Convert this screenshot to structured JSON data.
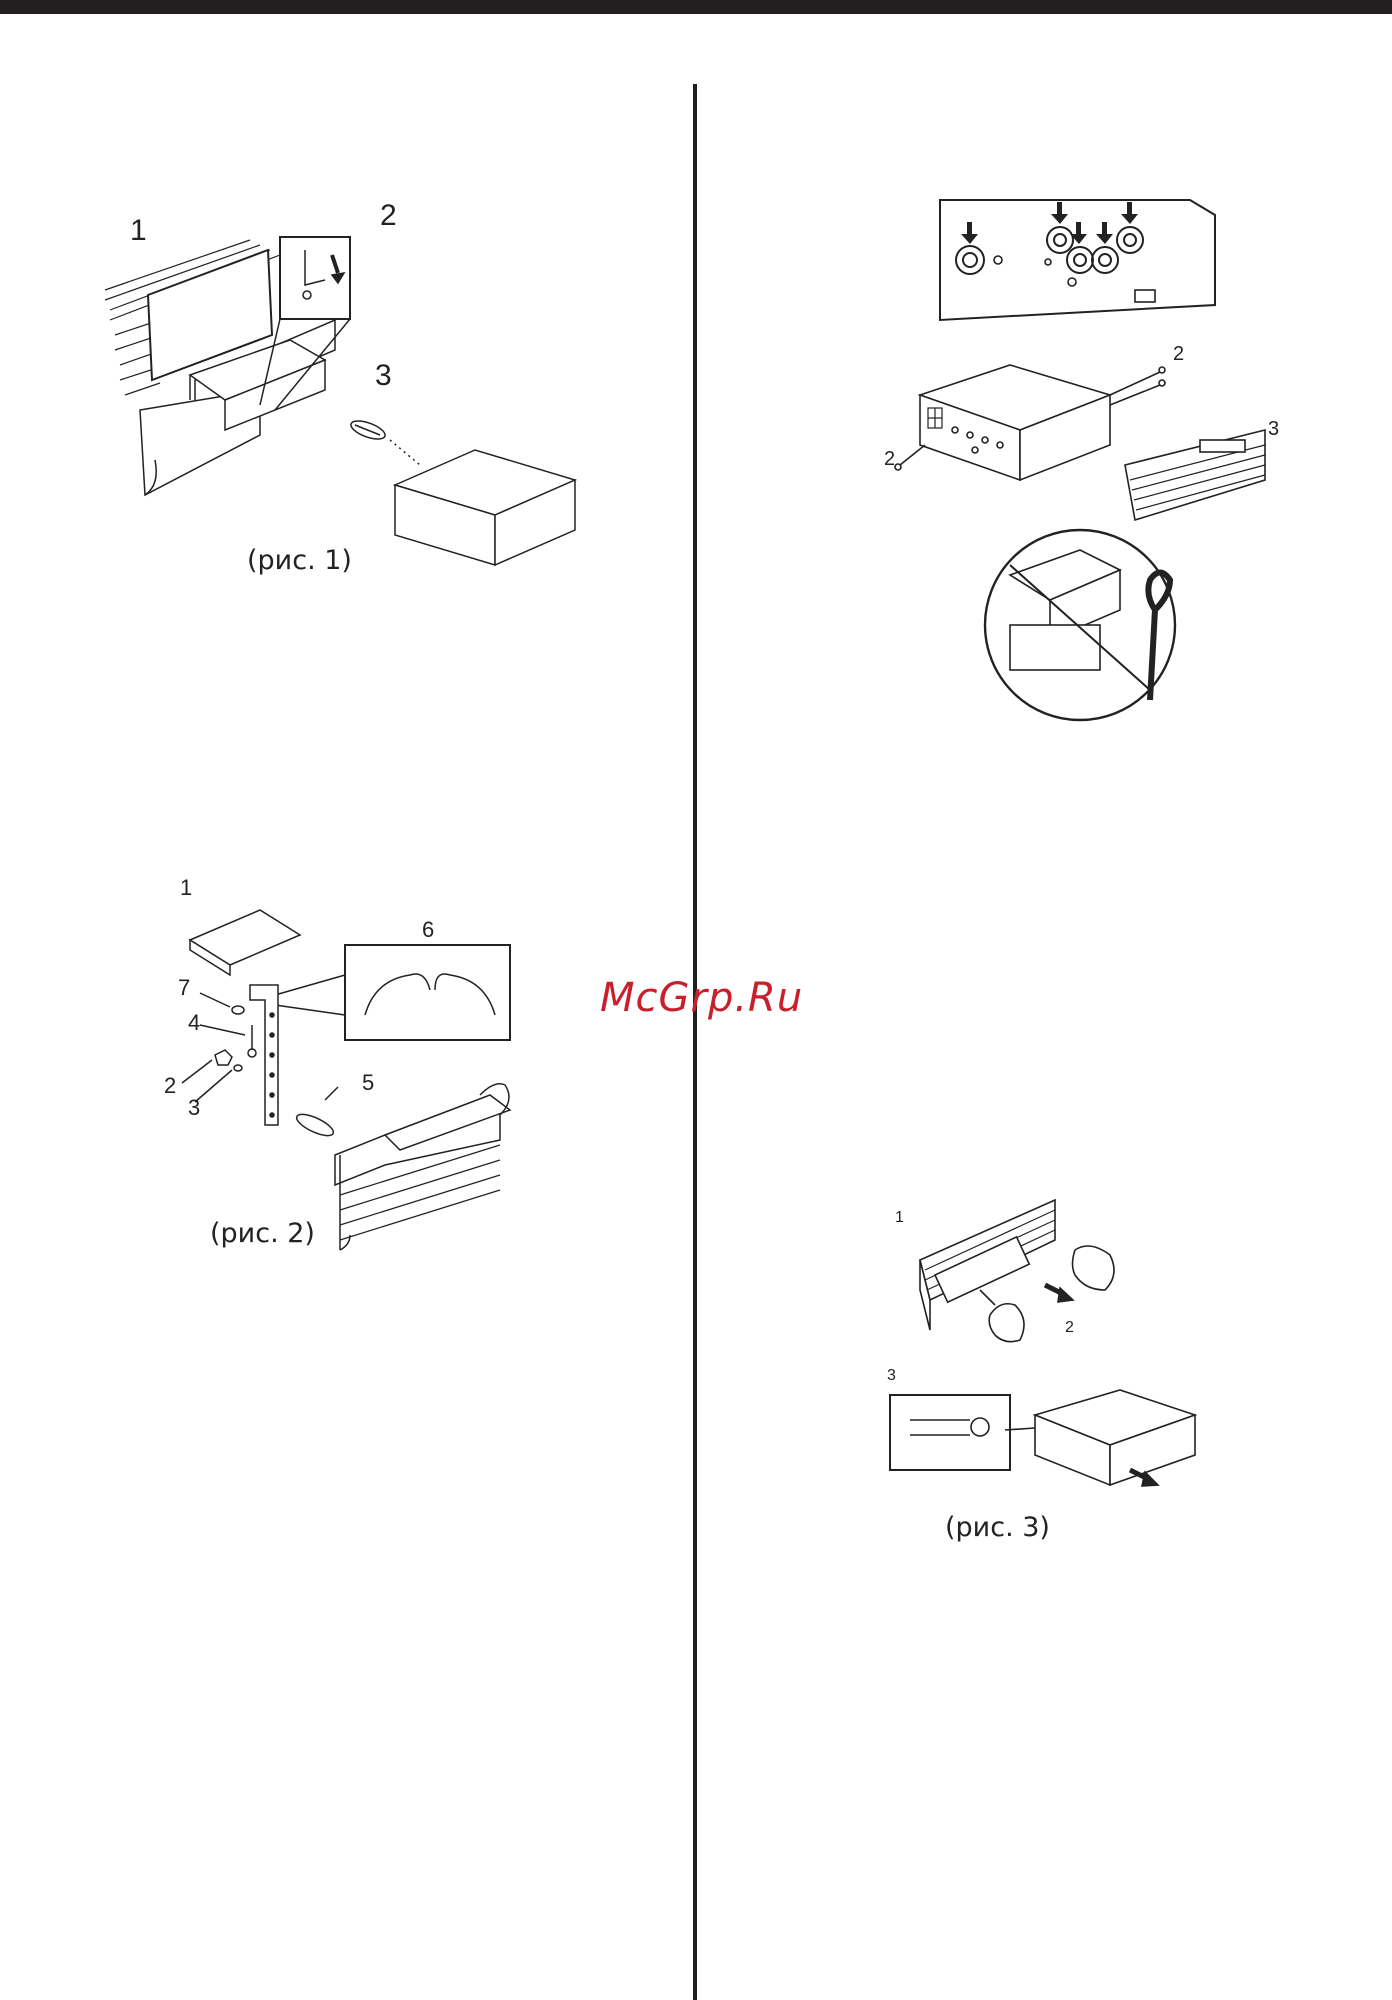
{
  "watermark": "McGrp.Ru",
  "figures": {
    "fig1": {
      "caption": "(рис. 1)",
      "labels": [
        "1",
        "2",
        "3"
      ]
    },
    "fig2": {
      "caption": "(рис. 2)",
      "labels": [
        "1",
        "6",
        "7",
        "4",
        "2",
        "3",
        "5"
      ]
    },
    "fig_connectors": {
      "labels": [
        "2",
        "2",
        "3"
      ]
    },
    "fig3": {
      "caption": "(рис. 3)",
      "labels": [
        "1",
        "2",
        "3"
      ]
    }
  }
}
